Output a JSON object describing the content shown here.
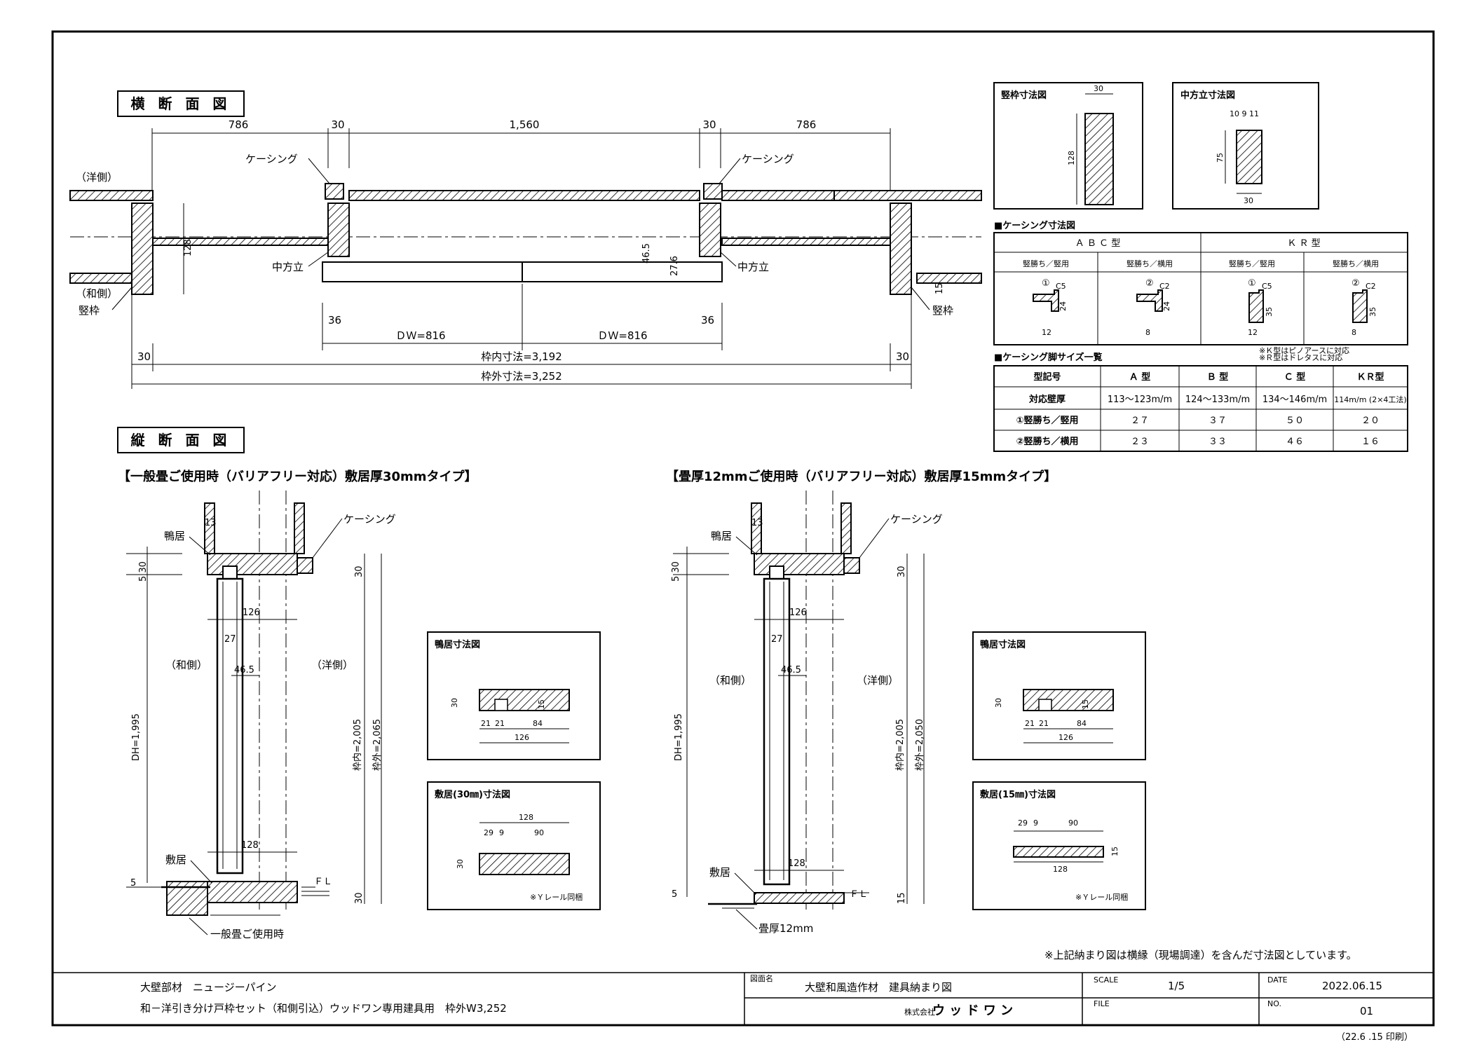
{
  "plan": {
    "title": "横 断 面 図",
    "dims_top": [
      "786",
      "30",
      "1,560",
      "30",
      "786"
    ],
    "side_west": "（洋側）",
    "side_jp": "（和側）",
    "casing_l": "ケーシング",
    "casing_r": "ケーシング",
    "tatewaku_l": "竪枠",
    "tatewaku_r": "竪枠",
    "nakadate_l": "中方立",
    "nakadate_r": "中方立",
    "d128": "128",
    "d465": "46.5",
    "d276": "27.6",
    "d15": "15",
    "d36_l": "36",
    "d36_r": "36",
    "dw_l": "ＤＷ=816",
    "dw_r": "ＤＷ=816",
    "d30_l": "30",
    "d30_r": "30",
    "inner": "枠内寸法=3,192",
    "outer": "枠外寸法=3,252"
  },
  "tatewaku_dim": {
    "title": "竪枠寸法図",
    "w": "30",
    "h": "128"
  },
  "nakadate_dim": {
    "title": "中方立寸法図",
    "top": "10 9 11",
    "h": "75",
    "w": "30"
  },
  "casing_dim": {
    "title": "■ケーシング寸法図",
    "col1": "Ａ Ｂ Ｃ 型",
    "col2": "Ｋ Ｒ 型",
    "sub": [
      "竪勝ち／竪用",
      "竪勝ち／横用",
      "竪勝ち／竪用",
      "竪勝ち／横用"
    ],
    "marks": [
      "①",
      "②",
      "①",
      "②"
    ],
    "cs": [
      "C5",
      "C2",
      "C5",
      "C2"
    ],
    "hs": [
      "24",
      "24",
      "35",
      "35"
    ],
    "ws": [
      "12",
      "8",
      "12",
      "8"
    ]
  },
  "foot": {
    "title": "■ケーシング脚サイズ一覧",
    "note1": "※Ｋ型はピノアースに対応",
    "note2": "※Ｒ型はドレタスに対応",
    "head": [
      "型記号",
      "Ａ 型",
      "Ｂ 型",
      "Ｃ 型",
      "ＫＲ型"
    ],
    "rows": [
      [
        "対応壁厚",
        "113～123m/m",
        "124～133m/m",
        "134～146m/m",
        "114m/m (2×4工法)"
      ],
      [
        "①竪勝ち／竪用",
        "２７",
        "３７",
        "５０",
        "２０"
      ],
      [
        "②竪勝ち／横用",
        "２３",
        "３３",
        "４６",
        "１６"
      ]
    ]
  },
  "section": {
    "title": "縦 断 面 図"
  },
  "left": {
    "heading": "【一般畳ご使用時（バリアフリー対応）敷居厚30mmタイプ】",
    "kamoi": "鴨居",
    "shikii": "敷居",
    "casing": "ケーシング",
    "d13": "13",
    "d530": "5 30",
    "d126": "126",
    "d27": "27",
    "d465": "46.5",
    "jp": "（和側）",
    "west": "（洋側）",
    "dh": "DH=1,995",
    "inner": "枠内=2,005",
    "outer": "枠外=2,065",
    "d30t": "30",
    "d30b": "30",
    "d128": "128",
    "d5": "5",
    "fl": "ＦＬ",
    "tatami": "一般畳ご使用時"
  },
  "right": {
    "heading": "【畳厚12mmご使用時（バリアフリー対応）敷居厚15mmタイプ】",
    "kamoi": "鴨居",
    "shikii": "敷居",
    "casing": "ケーシング",
    "d13": "13",
    "d530": "5 30",
    "d126": "126",
    "d27": "27",
    "d465": "46.5",
    "jp": "（和側）",
    "west": "（洋側）",
    "dh": "DH=1,995",
    "inner": "枠内=2,005",
    "outer": "枠外=2,050",
    "d30t": "30",
    "d15b": "15",
    "d128": "128",
    "d5": "5",
    "fl": "ＦＬ",
    "tatami": "畳厚12mm"
  },
  "kamoi_l": {
    "title": "鴨居寸法図",
    "h": "30",
    "d15": "15",
    "w": [
      "21",
      "21",
      "84"
    ],
    "total": "126"
  },
  "kamoi_r": {
    "title": "鴨居寸法図",
    "h": "30",
    "d15": "15",
    "w": [
      "21",
      "21",
      "84"
    ],
    "total": "126"
  },
  "shikii_l": {
    "title": "敷居(30㎜)寸法図",
    "top": "128",
    "w": [
      "29",
      "9",
      "90"
    ],
    "h": "30",
    "note": "※Ｙレール同梱"
  },
  "shikii_r": {
    "title": "敷居(15㎜)寸法図",
    "w": [
      "29",
      "9",
      "90"
    ],
    "h": "15",
    "total": "128",
    "note": "※Ｙレール同梱"
  },
  "note": "※上記納まり図は横縁（現場調達）を含んだ寸法図としています。",
  "titleblock": {
    "l1": "大壁部材　ニュージーパイン",
    "l2": "和－洋引き分け戸枠セット（和側引込）ウッドワン専用建具用　枠外W3,252",
    "name_label": "図面名",
    "name": "大壁和風造作材　建具納まり図",
    "company_label": "株式会社",
    "company": "ウ ッ ド ワ ン",
    "scale_label": "SCALE",
    "scale": "1/5",
    "file_label": "FILE",
    "date_label": "DATE",
    "date": "2022.06.15",
    "no_label": "NO.",
    "no": "01"
  },
  "printed": "（22.6 .15 印刷）"
}
